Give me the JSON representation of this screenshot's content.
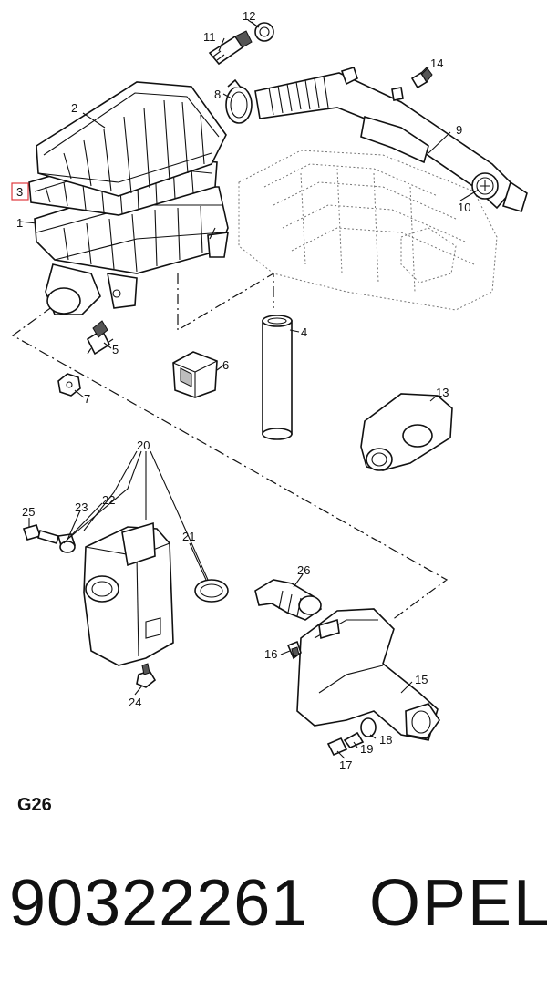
{
  "callouts": [
    {
      "id": "c1",
      "label": "1"
    },
    {
      "id": "c2",
      "label": "2"
    },
    {
      "id": "c3",
      "label": "3",
      "highlighted": true
    },
    {
      "id": "c4",
      "label": "4"
    },
    {
      "id": "c5",
      "label": "5"
    },
    {
      "id": "c6",
      "label": "6"
    },
    {
      "id": "c7",
      "label": "7"
    },
    {
      "id": "c8",
      "label": "8"
    },
    {
      "id": "c9",
      "label": "9"
    },
    {
      "id": "c10",
      "label": "10"
    },
    {
      "id": "c11",
      "label": "11"
    },
    {
      "id": "c12",
      "label": "12"
    },
    {
      "id": "c13",
      "label": "13"
    },
    {
      "id": "c14",
      "label": "14"
    },
    {
      "id": "c15",
      "label": "15"
    },
    {
      "id": "c16",
      "label": "16"
    },
    {
      "id": "c17",
      "label": "17"
    },
    {
      "id": "c18",
      "label": "18"
    },
    {
      "id": "c19",
      "label": "19"
    },
    {
      "id": "c20",
      "label": "20"
    },
    {
      "id": "c21",
      "label": "21"
    },
    {
      "id": "c22",
      "label": "22"
    },
    {
      "id": "c23",
      "label": "23"
    },
    {
      "id": "c24",
      "label": "24"
    },
    {
      "id": "c25",
      "label": "25"
    },
    {
      "id": "c26",
      "label": "26"
    }
  ],
  "highlight_color": "#e0393e",
  "group_code": "G26",
  "part_number": "90322261",
  "brand": "OPEL"
}
